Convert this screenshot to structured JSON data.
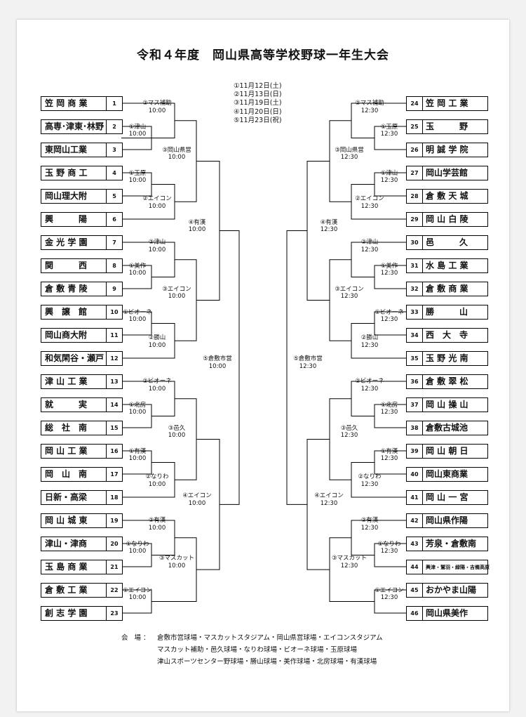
{
  "title": "令和４年度　岡山県高等学校野球一年生大会",
  "dates": [
    "①11月12日(土)",
    "②11月13日(日)",
    "③11月19日(土)",
    "④11月20日(日)",
    "⑤11月23日(祝)"
  ],
  "left_teams": [
    {
      "num": "1",
      "name": "笠 岡 商 業"
    },
    {
      "num": "2",
      "name": "高専･津東･林野"
    },
    {
      "num": "3",
      "name": "東岡山工業"
    },
    {
      "num": "4",
      "name": "玉 野 商 工"
    },
    {
      "num": "5",
      "name": "岡山理大附"
    },
    {
      "num": "6",
      "name": "興　　　陽"
    },
    {
      "num": "7",
      "name": "金 光 学 園"
    },
    {
      "num": "8",
      "name": "関　　　西"
    },
    {
      "num": "9",
      "name": "倉 敷 青 陵"
    },
    {
      "num": "10",
      "name": "興　譲　館"
    },
    {
      "num": "11",
      "name": "岡山商大附"
    },
    {
      "num": "12",
      "name": "和気閑谷・瀬戸"
    },
    {
      "num": "13",
      "name": "津 山 工 業"
    },
    {
      "num": "14",
      "name": "就　　　実"
    },
    {
      "num": "15",
      "name": "総　社　南"
    },
    {
      "num": "16",
      "name": "岡 山 工 業"
    },
    {
      "num": "17",
      "name": "岡　山　南"
    },
    {
      "num": "18",
      "name": "日新・高梁"
    },
    {
      "num": "19",
      "name": "岡 山 城 東"
    },
    {
      "num": "20",
      "name": "津山・津商"
    },
    {
      "num": "21",
      "name": "玉 島 商 業"
    },
    {
      "num": "22",
      "name": "倉 敷 工 業"
    },
    {
      "num": "23",
      "name": "創 志 学 園"
    }
  ],
  "right_teams": [
    {
      "num": "24",
      "name": "笠 岡 工 業"
    },
    {
      "num": "25",
      "name": "玉　　　野"
    },
    {
      "num": "26",
      "name": "明 誠 学 院"
    },
    {
      "num": "27",
      "name": "岡山学芸館"
    },
    {
      "num": "28",
      "name": "倉 敷 天 城"
    },
    {
      "num": "29",
      "name": "岡 山 白 陵"
    },
    {
      "num": "30",
      "name": "邑　　　久"
    },
    {
      "num": "31",
      "name": "水 島 工 業"
    },
    {
      "num": "32",
      "name": "倉 敷 商 業"
    },
    {
      "num": "33",
      "name": "勝　　　山"
    },
    {
      "num": "34",
      "name": "西　大　寺"
    },
    {
      "num": "35",
      "name": "玉 野 光 南"
    },
    {
      "num": "36",
      "name": "倉 敷 翠 松"
    },
    {
      "num": "37",
      "name": "岡 山 操 山"
    },
    {
      "num": "38",
      "name": "倉敷古城池"
    },
    {
      "num": "39",
      "name": "岡 山 朝 日"
    },
    {
      "num": "40",
      "name": "岡山東商業"
    },
    {
      "num": "41",
      "name": "岡 山 一 宮"
    },
    {
      "num": "42",
      "name": "岡山県作陽"
    },
    {
      "num": "43",
      "name": "芳泉・倉敷南"
    },
    {
      "num": "44",
      "name": "興津・鷲羽・緑陽・吉備高原"
    },
    {
      "num": "45",
      "name": "おかやま山陽"
    },
    {
      "num": "46",
      "name": "岡山県美作"
    }
  ],
  "left_labels": {
    "g_2_3": [
      "①津山",
      "10:00"
    ],
    "g_4_5": [
      "①玉原",
      "10:00"
    ],
    "g_8_9": [
      "①美作",
      "10:00"
    ],
    "g_10_11": [
      "①ビオーネ",
      "10:00"
    ],
    "g_14_15": [
      "①北房",
      "10:00"
    ],
    "g_16_17": [
      "①有漢",
      "10:00"
    ],
    "g_20_21": [
      "①なりわ",
      "10:00"
    ],
    "g_22_23": [
      "①エイコン",
      "10:00"
    ],
    "r2_a": [
      "②マス補助",
      "10:00"
    ],
    "r2_b": [
      "②エイコン",
      "10:00"
    ],
    "r2_c": [
      "②津山",
      "10:00"
    ],
    "r2_d": [
      "②勝山",
      "10:00"
    ],
    "r2_e": [
      "②ビオーネ",
      "10:00"
    ],
    "r2_f": [
      "②なりわ",
      "10:00"
    ],
    "r2_g": [
      "②有漢",
      "10:00"
    ],
    "r3_a": [
      "③岡山県営",
      "10:00"
    ],
    "r3_b": [
      "③エイコン",
      "10:00"
    ],
    "r3_c": [
      "③邑久",
      "10:00"
    ],
    "r3_d": [
      "③マスカット",
      "10:00"
    ],
    "r4_a": [
      "④有漢",
      "10:00"
    ],
    "r4_b": [
      "④エイコン",
      "10:00"
    ],
    "r5": [
      "⑤倉敷市営",
      "10:00"
    ]
  },
  "right_labels": {
    "g_25_26": [
      "①玉原",
      "12:30"
    ],
    "g_27_28": [
      "①津山",
      "12:30"
    ],
    "g_31_32": [
      "①美作",
      "12:30"
    ],
    "g_33_34": [
      "①ビオーネ",
      "12:30"
    ],
    "g_37_38": [
      "①北房",
      "12:30"
    ],
    "g_39_40": [
      "①有漢",
      "12:30"
    ],
    "g_43_44": [
      "①なりわ",
      "12:30"
    ],
    "g_45_46": [
      "①エイコン",
      "12:30"
    ],
    "r2_a": [
      "②マス補助",
      "12:30"
    ],
    "r2_b": [
      "②エイコン",
      "12:30"
    ],
    "r2_c": [
      "②津山",
      "12:30"
    ],
    "r2_d": [
      "②勝山",
      "12:30"
    ],
    "r2_e": [
      "②ビオーネ",
      "12:30"
    ],
    "r2_f": [
      "②なりわ",
      "12:30"
    ],
    "r2_g": [
      "②有漢",
      "12:30"
    ],
    "r3_a": [
      "③岡山県営",
      "12:30"
    ],
    "r3_b": [
      "③エイコン",
      "12:30"
    ],
    "r3_c": [
      "③邑久",
      "12:30"
    ],
    "r3_d": [
      "③マスカット",
      "12:30"
    ],
    "r4_a": [
      "④有漢",
      "12:30"
    ],
    "r4_b": [
      "④エイコン",
      "12:30"
    ],
    "r5": [
      "⑤倉敷市営",
      "12:30"
    ]
  },
  "venues": {
    "key": "会 場：",
    "lines": [
      "倉敷市営球場・マスカットスタジアム・岡山県営球場・エイコンスタジアム",
      "マスカット補助・邑久球場・なりわ球場・ビオーネ球場・玉原球場",
      "津山スポーツセンター野球場・勝山球場・美作球場・北房球場・有漢球場"
    ]
  }
}
